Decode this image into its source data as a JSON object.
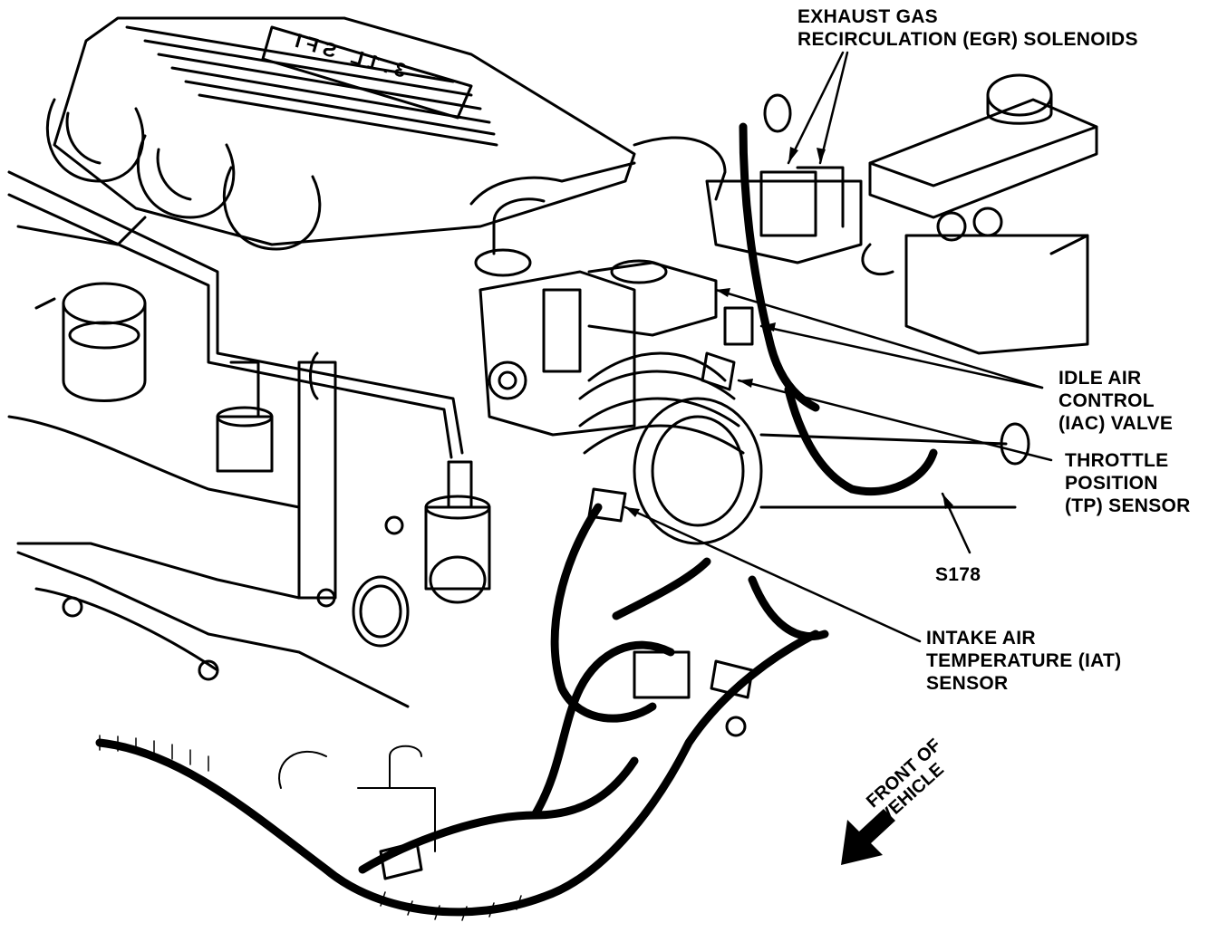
{
  "labels": {
    "egr": [
      "EXHAUST GAS",
      "RECIRCULATION (EGR) SOLENOIDS"
    ],
    "iac": [
      "IDLE AIR",
      "CONTROL",
      "(IAC) VALVE"
    ],
    "tp": [
      "THROTTLE",
      "POSITION",
      "(TP) SENSOR"
    ],
    "splice": "S178",
    "iat": [
      "INTAKE AIR",
      "TEMPERATURE (IAT)",
      "SENSOR"
    ],
    "front": [
      "FRONT OF",
      "VEHICLE"
    ],
    "engine_badge": "3.1L SFI"
  },
  "colors": {
    "ink": "#000000",
    "paper": "#ffffff"
  }
}
